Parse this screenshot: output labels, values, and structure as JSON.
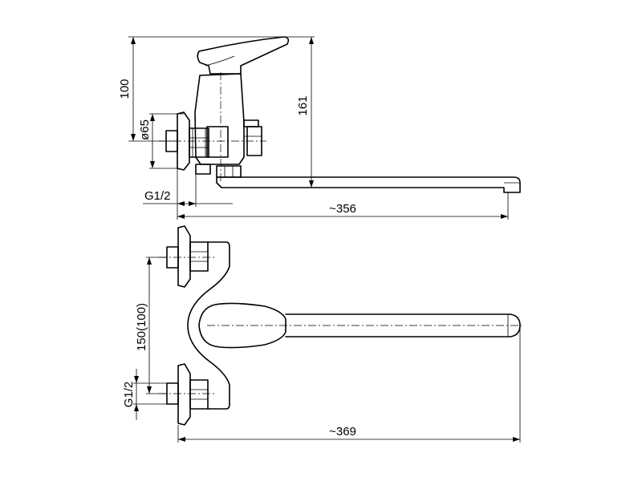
{
  "dimensions": {
    "height_total": "100",
    "diameter": "ø65",
    "height_spout": "161",
    "thread_top": "G1/2",
    "length_top": "~356",
    "spacing": "150(100)",
    "thread_bottom": "G1/2",
    "length_bottom": "~369"
  }
}
